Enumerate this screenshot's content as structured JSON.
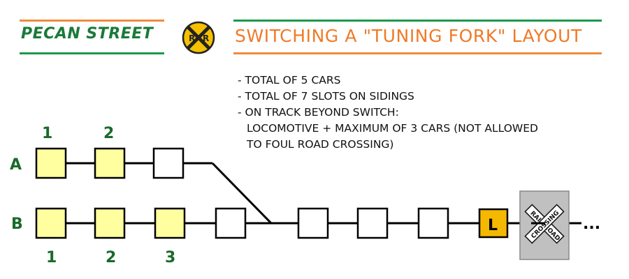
{
  "header": {
    "brand": "PECAN STREET",
    "sign_letters": [
      "R",
      "R"
    ],
    "title": "SWITCHING A \"TUNING FORK\" LAYOUT"
  },
  "notes": [
    "- TOTAL OF 5 CARS",
    "- TOTAL OF 7 SLOTS ON SIDINGS",
    "- ON TRACK BEYOND SWITCH:",
    "LOCOMOTIVE + MAXIMUM OF 3 CARS (NOT ALLOWED",
    "TO FOUL ROAD CROSSING)"
  ],
  "diagram": {
    "siding_a": {
      "label": "A",
      "car_numbers": [
        "1",
        "2"
      ],
      "slots": [
        "filled",
        "filled",
        "empty"
      ]
    },
    "siding_b": {
      "label": "B",
      "car_numbers": [
        "1",
        "2",
        "3"
      ],
      "slots": [
        "filled",
        "filled",
        "filled",
        "empty"
      ]
    },
    "main": {
      "slots": [
        "empty",
        "empty",
        "empty"
      ],
      "locomotive_label": "L",
      "crossing_sign": [
        "RAIL",
        "ROAD",
        "CROSSING"
      ],
      "continuation": "..."
    }
  },
  "colors": {
    "car_fill": "#ffff9f",
    "locomotive_fill": "#f5b800",
    "crossing_box": "#c0c0c0",
    "label_green": "#1a6a2a",
    "title_orange": "#f07a28",
    "rule_green": "#1a9a4a",
    "rule_orange": "#f08a3c"
  }
}
